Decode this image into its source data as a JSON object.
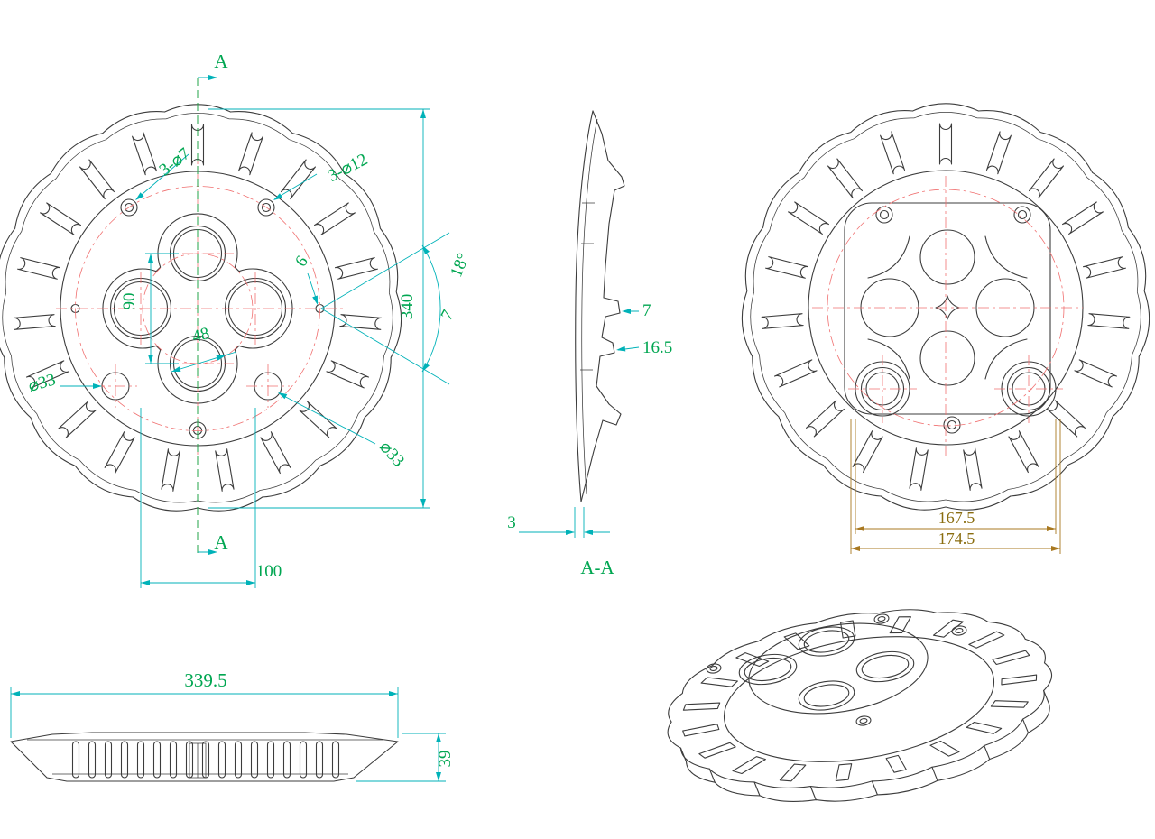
{
  "drawing": {
    "front": {
      "section_label_top": "A",
      "section_label_bottom": "A",
      "dim_340": "340",
      "dim_100": "100",
      "dim_90": "90",
      "dim_48": "48",
      "dim_33_left": "⌀33",
      "dim_33_lower_right": "⌀33",
      "dim_3x7": "3-⌀7",
      "dim_3x12": "3-⌀12",
      "dim_6": "6",
      "dim_7": "7",
      "dim_18": "18°"
    },
    "section": {
      "title": "A-A",
      "dim_7": "7",
      "dim_16_5": "16.5",
      "dim_3": "3"
    },
    "back": {
      "dim_167_5": "167.5",
      "dim_174_5": "174.5"
    },
    "side": {
      "dim_339_5": "339.5",
      "dim_39": "39"
    }
  },
  "colors": {
    "line": "#3c3c3c",
    "dim_line": "#00b2b8",
    "dim_text": "#00a651",
    "centerline": "#f07070",
    "section_line": "#22a347",
    "alt_dim_line": "#a87820",
    "alt_dim_text": "#8a6d10"
  }
}
